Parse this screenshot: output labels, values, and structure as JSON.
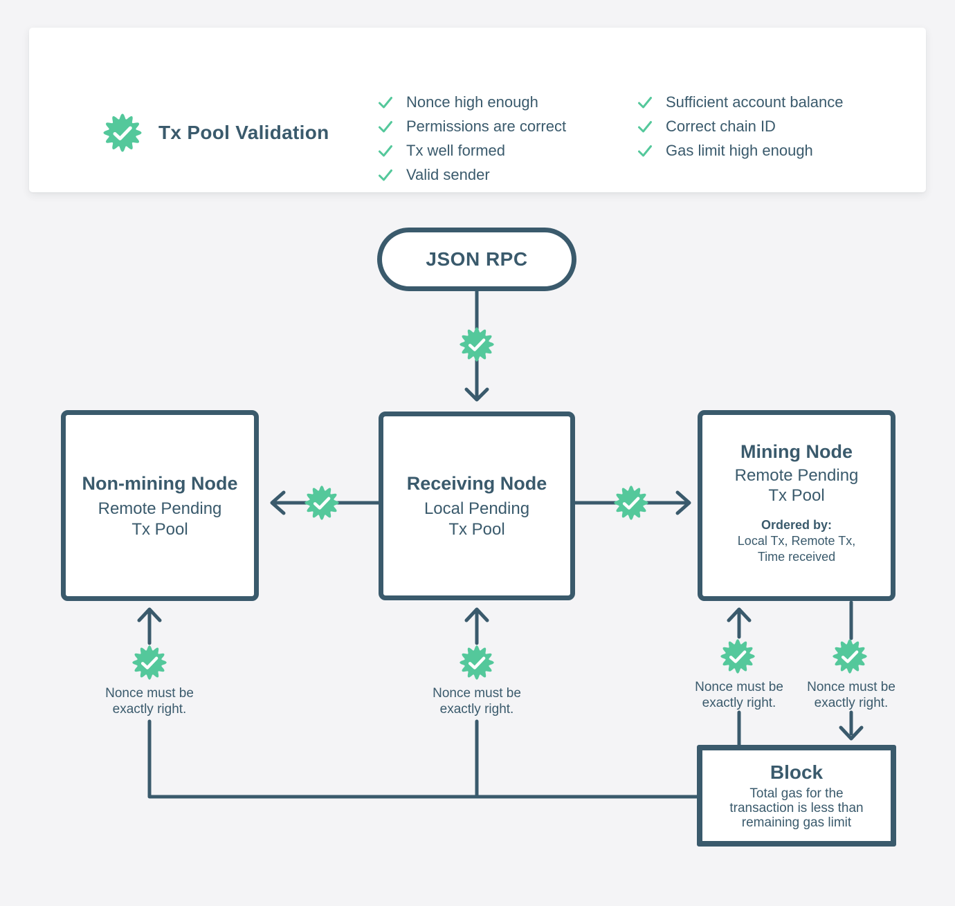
{
  "colors": {
    "dark": "#3A5A6C",
    "green": "#54C89B",
    "background": "#F4F4F6",
    "card_background": "#FFFFFF"
  },
  "validation_card": {
    "badge_icon": "check-seal",
    "title": "Tx Pool Validation",
    "checks_col1": [
      "Nonce high enough",
      "Permissions are correct",
      "Tx well formed",
      "Valid sender"
    ],
    "checks_col2": [
      "Sufficient account balance",
      "Correct chain ID",
      "Gas limit high enough"
    ]
  },
  "flow": {
    "json_rpc_label": "JSON RPC",
    "non_mining_node": {
      "title": "Non-mining Node",
      "subtitle": "Remote Pending\nTx Pool"
    },
    "receiving_node": {
      "title": "Receiving Node",
      "subtitle": "Local Pending\nTx Pool"
    },
    "mining_node": {
      "title": "Mining Node",
      "subtitle": "Remote Pending\nTx Pool",
      "ordered_by_label": "Ordered by:",
      "ordered_by_items": "Local Tx, Remote Tx,\nTime received"
    },
    "block_node": {
      "title": "Block",
      "subtitle": "Total gas for the\ntransaction is less than\nremaining gas limit"
    },
    "nonce_caption": "Nonce must be\nexactly right."
  }
}
